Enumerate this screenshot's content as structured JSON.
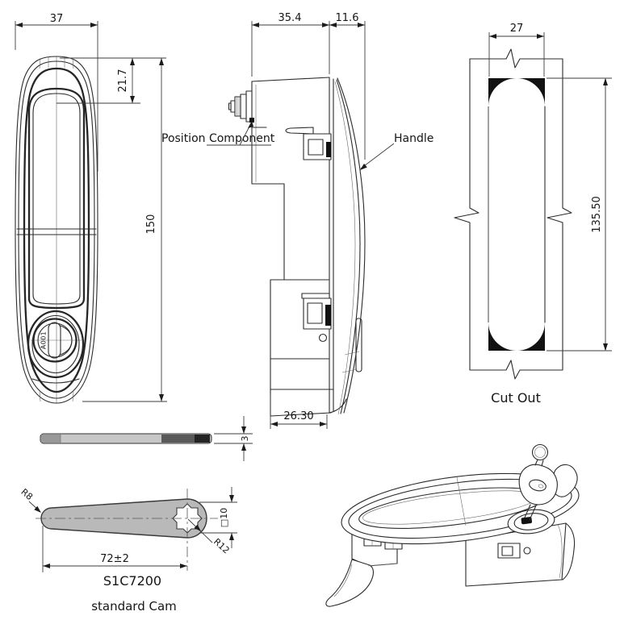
{
  "drawing": {
    "front_view": {
      "dim_width": "37",
      "dim_recess_depth": "21.7",
      "dim_height": "150",
      "lock_code": "A001"
    },
    "side_view": {
      "dim_body_depth": "35.4",
      "dim_handle_depth": "11.6",
      "dim_bottom_depth": "26.30",
      "label_position_component": "Position Component",
      "label_handle": "Handle"
    },
    "cutout_view": {
      "dim_width": "27",
      "dim_height": "135.50",
      "caption": "Cut Out"
    },
    "cam_side_view": {
      "dim_thickness": "3"
    },
    "cam_view": {
      "dim_left_radius": "R8",
      "dim_length": "72±2",
      "dim_right_radius": "R12",
      "dim_square_hole": "□10",
      "part_number": "S1C7200",
      "caption": "standard Cam"
    },
    "colors": {
      "line": "#2b2b2b",
      "dim_line": "#3d3d3d",
      "cam_fill": "#b9b9b9",
      "cutout_fill": "#121212",
      "background": "#ffffff"
    }
  }
}
